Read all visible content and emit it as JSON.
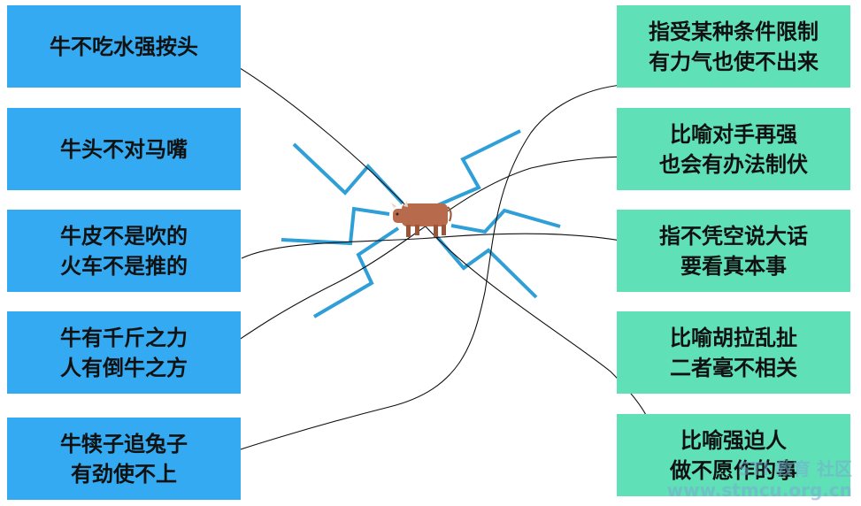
{
  "left_items": [
    {
      "text": "牛不吃水强按头"
    },
    {
      "text": "牛头不对马嘴"
    },
    {
      "text": "牛皮不是吹的\n火车不是推的"
    },
    {
      "text": "牛有千斤之力\n人有倒牛之方"
    },
    {
      "text": "牛犊子追兔子\n有劲使不上"
    }
  ],
  "right_items": [
    {
      "text": "指受某种条件限制\n有力气也使不出来"
    },
    {
      "text": "比喻对手再强\n也会有办法制伏"
    },
    {
      "text": "指不凭空说大话\n要看真本事"
    },
    {
      "text": "比喻胡拉乱扯\n二者毫不相关"
    },
    {
      "text": "比喻强迫人\n做不愿作的事"
    }
  ],
  "center": {
    "icon": "ox-icon"
  },
  "colors": {
    "left_box": "#33aaf1",
    "right_box": "#5fe0b6",
    "rays": "#2f9fd8",
    "ox": "#b86a4c"
  },
  "watermark": {
    "text": "STI 教育 社区\nwww.stmcu.org.cn"
  }
}
